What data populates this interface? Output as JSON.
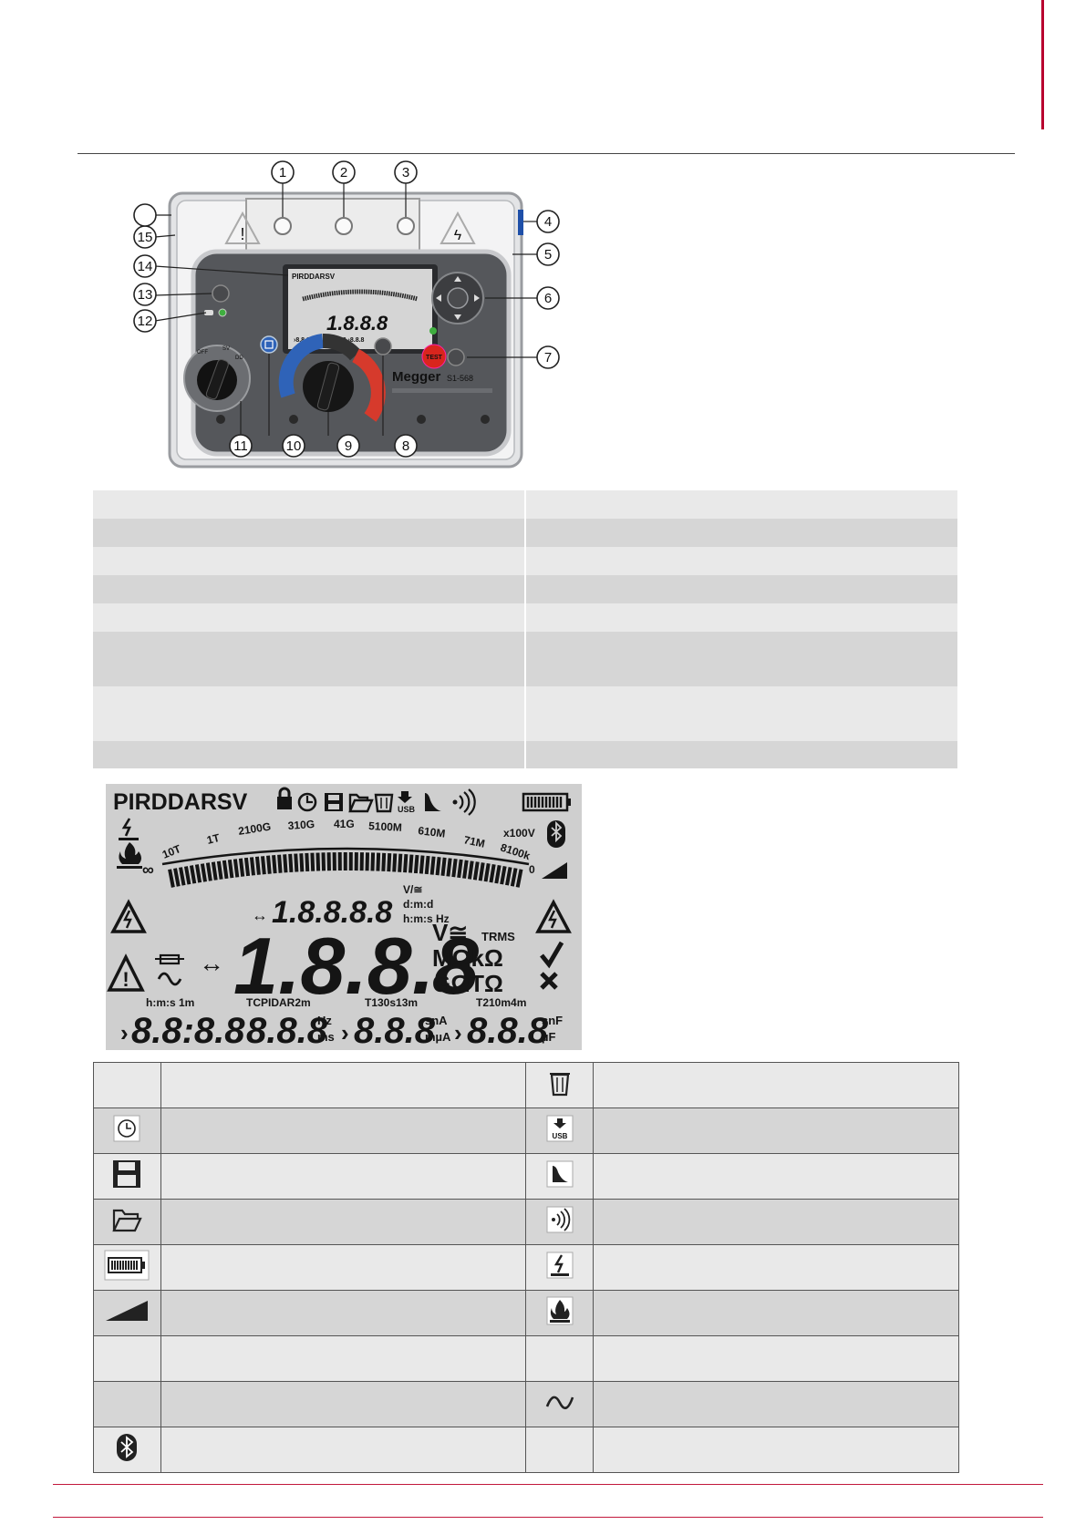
{
  "callouts": [
    "1",
    "2",
    "3",
    "4",
    "5",
    "6",
    "7",
    "8",
    "9",
    "10",
    "11",
    "12",
    "13",
    "14",
    "15"
  ],
  "device": {
    "brand": "Megger",
    "model": "S1-568",
    "test_button": "TEST",
    "mini_lcd_top": "PIRDDARSV"
  },
  "lcd": {
    "mode_text": "PIRDDARSV",
    "usb_label": "USB",
    "scale_labels": [
      "10T",
      "1T",
      "2100G",
      "310G",
      "41G",
      "5100M",
      "610M",
      "71M",
      "8100k",
      "0"
    ],
    "scale_end_label": "x100V",
    "infinity": "∞",
    "small_display": "1.8.8.8.8",
    "small_units_1": "V/≅",
    "small_units_2": "d:m:d",
    "small_units_3": "h:m:s Hz",
    "main_display": "1.8.8.8",
    "unit_v": "V≅",
    "unit_trms": "TRMS",
    "unit_mohm": "MΩkΩ",
    "unit_gohm": "GΩTΩ",
    "sub_labels": [
      "h:m:s  1m",
      "TCPIDAR2m",
      "T130s13m",
      "T210m4m"
    ],
    "sub_displays": [
      "8.8:8.8",
      "8.8.8",
      "8.8.8",
      "8.8.8"
    ],
    "sub_units": [
      "Hz",
      "ms",
      "snA",
      "mµA",
      "snF",
      "µF"
    ],
    "arrow": "↔"
  },
  "table2_icons": [
    [
      "",
      "bin-icon"
    ],
    [
      "clock-icon",
      "usb-download-icon"
    ],
    [
      "save-icon",
      "curve-icon"
    ],
    [
      "open-folder-icon",
      "buzzer-icon"
    ],
    [
      "battery-icon",
      "breakdown-icon"
    ],
    [
      "signal-ramp-icon",
      "burn-icon"
    ],
    [
      "",
      ""
    ],
    [
      "",
      "ac-wave-icon"
    ],
    [
      "bluetooth-icon",
      ""
    ]
  ]
}
